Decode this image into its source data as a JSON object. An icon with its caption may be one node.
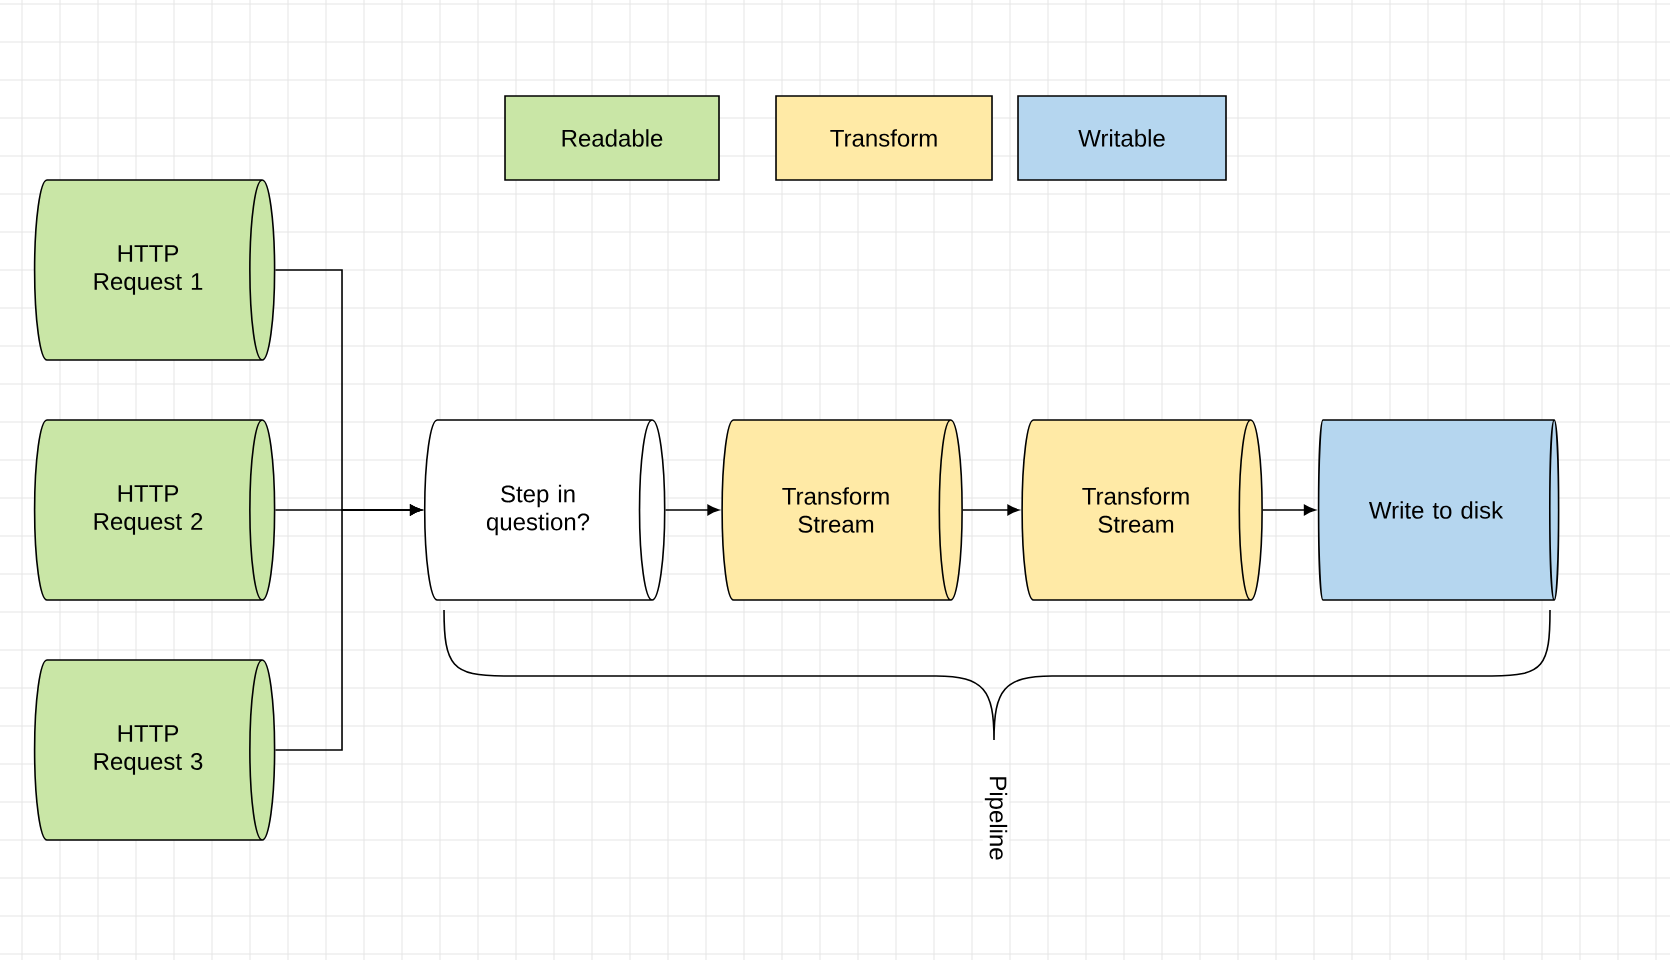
{
  "diagram": {
    "nodes": [
      {
        "text": [
          "HTTP Request 1"
        ]
      },
      {
        "text": [
          "HTTP Request 2"
        ]
      },
      {
        "text": [
          "HTTP Request 3"
        ]
      },
      {
        "text": [
          "Step in question?"
        ]
      },
      {
        "text": [
          "Transform Stream"
        ]
      },
      {
        "text": [
          "Transform Stream"
        ]
      },
      {
        "text": [
          "Write to disk"
        ]
      }
    ],
    "edges": [
      {
        "from": 0,
        "to": 3,
        "arrow": "to"
      },
      {
        "from": 1,
        "to": 3,
        "arrow": "to"
      },
      {
        "from": 2,
        "to": 3,
        "arrow": "to"
      },
      {
        "from": 3,
        "to": 4,
        "arrow": "to"
      },
      {
        "from": 4,
        "to": 5,
        "arrow": "to"
      },
      {
        "from": 5,
        "to": 6,
        "arrow": "to"
      }
    ],
    "labels": [
      "Pipeline"
    ],
    "legend": [
      {
        "text": "Readable",
        "color": "#c9e6a6"
      },
      {
        "text": "Transform",
        "color": "#ffeaa6"
      },
      {
        "text": "Writable",
        "color": "#b5d6ef"
      }
    ]
  }
}
